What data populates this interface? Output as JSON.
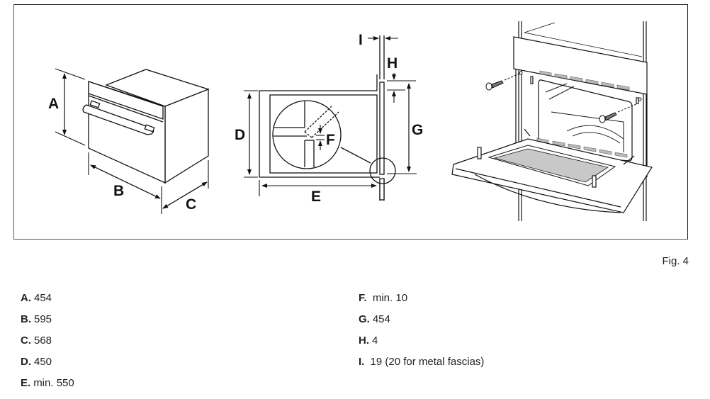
{
  "figure": {
    "caption": "Fig. 4",
    "diagram_labels": {
      "A": "A",
      "B": "B",
      "C": "C",
      "D": "D",
      "E": "E",
      "F": "F",
      "G": "G",
      "H": "H",
      "I": "I"
    }
  },
  "specs": {
    "left": [
      {
        "key": "A.",
        "value": "454"
      },
      {
        "key": "B.",
        "value": "595"
      },
      {
        "key": "C.",
        "value": "568"
      },
      {
        "key": "D.",
        "value": "450"
      },
      {
        "key": "E.",
        "value": "min. 550"
      }
    ],
    "right": [
      {
        "key": "F.",
        "value": "min. 10"
      },
      {
        "key": "G.",
        "value": "454"
      },
      {
        "key": "H.",
        "value": "4"
      },
      {
        "key": "I.",
        "value": "19 (20 for metal fascias)"
      }
    ]
  }
}
